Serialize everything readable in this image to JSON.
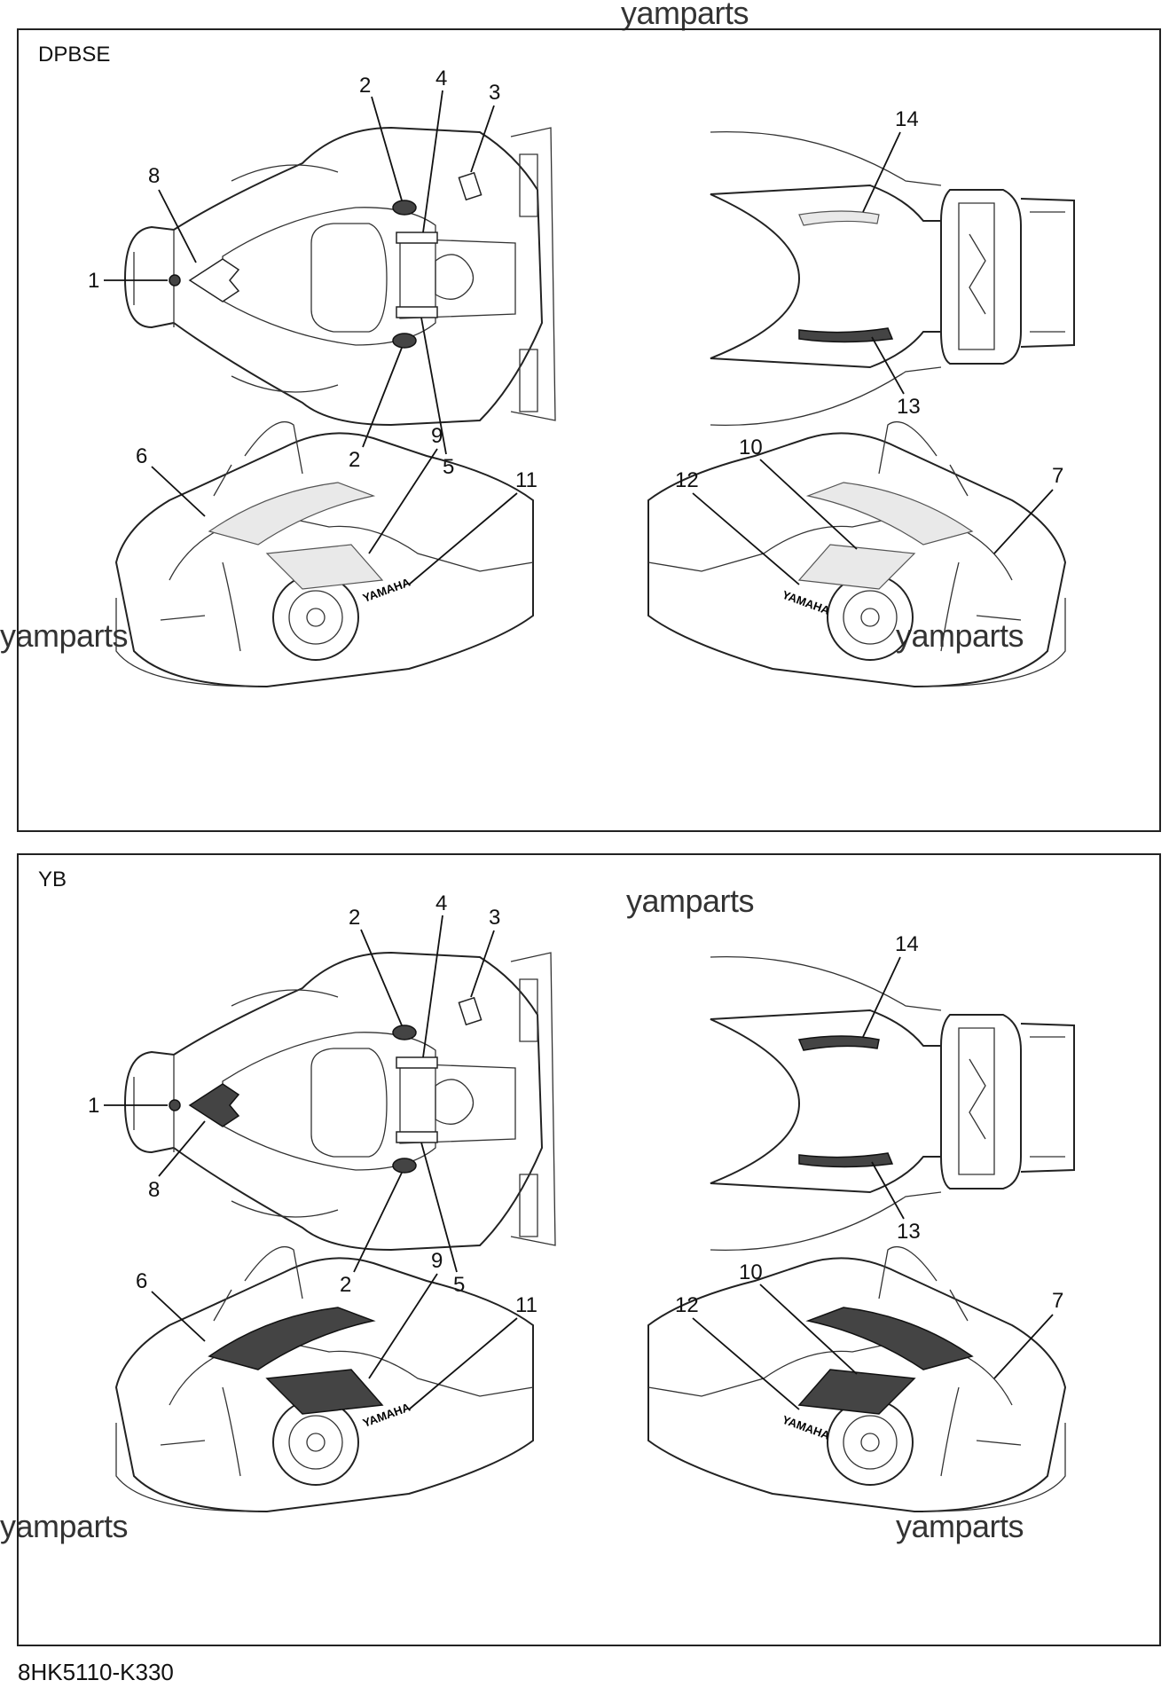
{
  "watermarks": [
    "yamparts",
    "yamparts",
    "yamparts",
    "yamparts",
    "yamparts",
    "yamparts"
  ],
  "part_number": "8HK5110-K330",
  "panels": [
    {
      "label": "DPBSE",
      "callouts": {
        "top_view": [
          "1",
          "2",
          "2",
          "3",
          "4",
          "5",
          "8"
        ],
        "rear_view": [
          "13",
          "14"
        ],
        "left_view": [
          "6",
          "9",
          "11"
        ],
        "right_view": [
          "7",
          "10",
          "12"
        ]
      }
    },
    {
      "label": "YB",
      "callouts": {
        "top_view": [
          "1",
          "2",
          "2",
          "3",
          "4",
          "5",
          "8"
        ],
        "rear_view": [
          "13",
          "14"
        ],
        "left_view": [
          "6",
          "9",
          "11"
        ],
        "right_view": [
          "7",
          "10",
          "12"
        ]
      }
    }
  ],
  "decal_text": "YAMAHA"
}
